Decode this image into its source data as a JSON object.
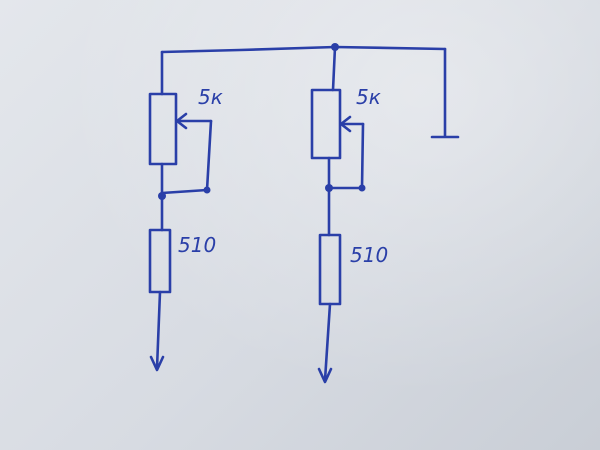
{
  "schematic": {
    "ink_color": "#2a3fa8",
    "paper_color": "#dde1e7",
    "branch_left": {
      "potentiometer_label": "5к",
      "resistor_label": "510"
    },
    "branch_right": {
      "potentiometer_label": "5к",
      "resistor_label": "510"
    }
  }
}
